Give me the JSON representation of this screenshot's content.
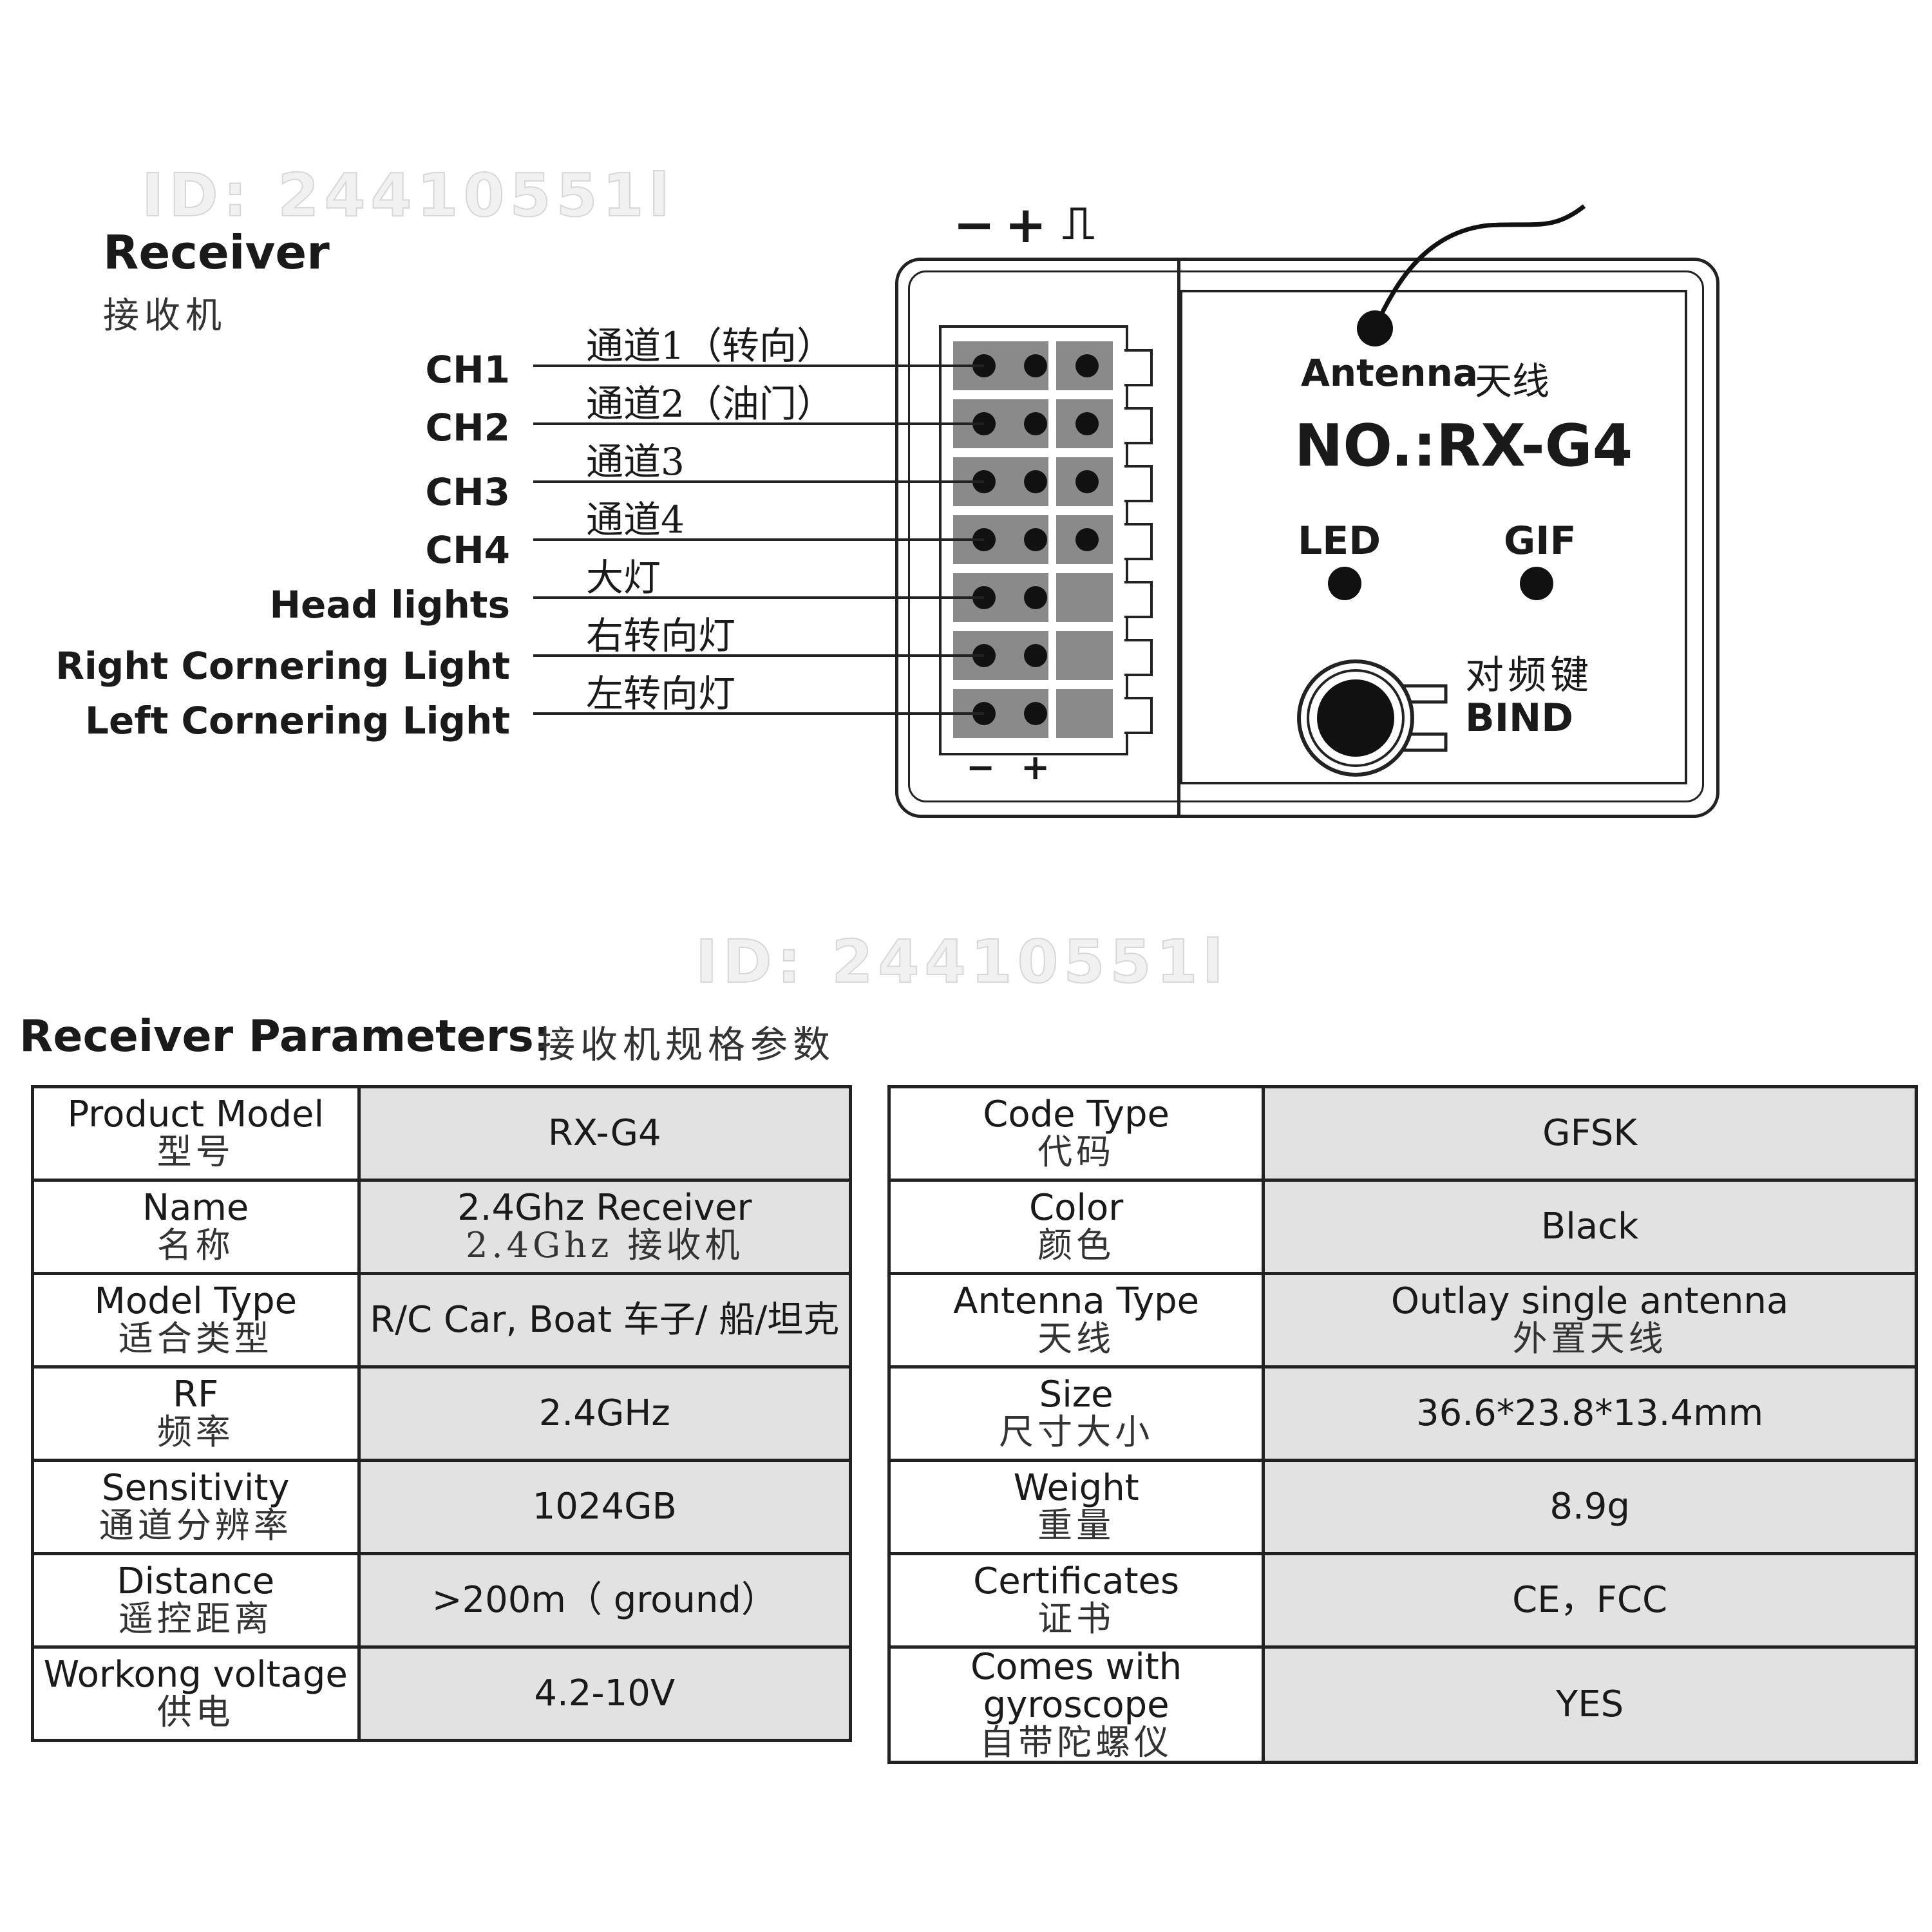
{
  "watermark": "ID: 24410551l",
  "receiver": {
    "title": "Receiver",
    "title_cn": "接收机",
    "model_number": "NO.:RX-G4",
    "antenna_label": "Antenna",
    "antenna_cn": "天线",
    "led_label": "LED",
    "gif_label": "GIF",
    "bind_cn": "对频键",
    "bind_label": "BIND",
    "top_polarity": [
      "−",
      "+",
      "⎍"
    ],
    "bottom_polarity": [
      "−",
      "+"
    ]
  },
  "channels": [
    {
      "label": "CH1",
      "cn": "通道1（转向）",
      "pins": 3
    },
    {
      "label": "CH2",
      "cn": "通道2（油门）",
      "pins": 3
    },
    {
      "label": "CH3",
      "cn": "通道3",
      "pins": 3
    },
    {
      "label": "CH4",
      "cn": "通道4",
      "pins": 3
    },
    {
      "label": "Head lights",
      "cn": "大灯",
      "pins": 2
    },
    {
      "label": "Right Cornering Light",
      "cn": "右转向灯",
      "pins": 2
    },
    {
      "label": "Left Cornering Light",
      "cn": "左转向灯",
      "pins": 2
    }
  ],
  "parameters": {
    "title": "Receiver Parameters:",
    "title_cn": "接收机规格参数",
    "left": [
      {
        "key": "Product Model",
        "key_cn": "型号",
        "value": "RX-G4",
        "value_cn": ""
      },
      {
        "key": "Name",
        "key_cn": "名称",
        "value": "2.4Ghz Receiver",
        "value_cn": "2.4Ghz 接收机"
      },
      {
        "key": "Model Type",
        "key_cn": "适合类型",
        "value": "R/C Car, Boat 车子/ 船/坦克",
        "value_cn": ""
      },
      {
        "key": "RF",
        "key_cn": "频率",
        "value": "2.4GHz",
        "value_cn": ""
      },
      {
        "key": "Sensitivity",
        "key_cn": "通道分辨率",
        "value": "1024GB",
        "value_cn": ""
      },
      {
        "key": "Distance",
        "key_cn": "遥控距离",
        "value": ">200m（ ground）",
        "value_cn": ""
      },
      {
        "key": "Workong voltage",
        "key_cn": "供电",
        "value": "4.2-10V",
        "value_cn": ""
      }
    ],
    "right": [
      {
        "key": "Code Type",
        "key_cn": "代码",
        "value": "GFSK",
        "value_cn": ""
      },
      {
        "key": "Color",
        "key_cn": "颜色",
        "value": "Black",
        "value_cn": ""
      },
      {
        "key": "Antenna Type",
        "key_cn": "天线",
        "value": "Outlay single antenna",
        "value_cn": "外置天线"
      },
      {
        "key": "Size",
        "key_cn": "尺寸大小",
        "value": "36.6*23.8*13.4mm",
        "value_cn": ""
      },
      {
        "key": "Weight",
        "key_cn": "重量",
        "value": "8.9g",
        "value_cn": ""
      },
      {
        "key": "Certificates",
        "key_cn": "证书",
        "value": "CE，FCC",
        "value_cn": ""
      },
      {
        "key": "Comes with gyroscope",
        "key_cn": "自带陀螺仪",
        "value": "YES",
        "value_cn": ""
      }
    ]
  }
}
